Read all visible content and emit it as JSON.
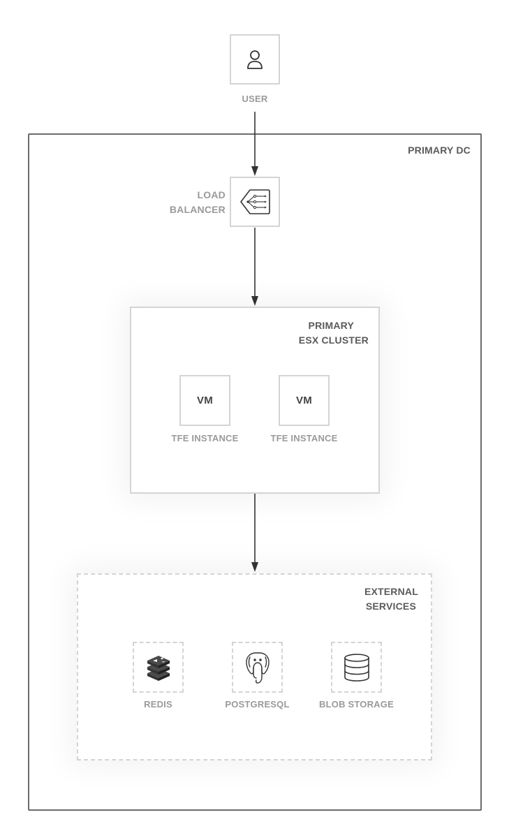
{
  "user": {
    "label": "USER",
    "icon": "user-icon"
  },
  "primary_dc": {
    "label": "PRIMARY DC"
  },
  "load_balancer": {
    "label_line1": "LOAD",
    "label_line2": "BALANCER",
    "icon": "load-balancer-icon"
  },
  "esx_cluster": {
    "label_line1": "PRIMARY",
    "label_line2": "ESX CLUSTER",
    "instances": [
      {
        "box_text": "VM",
        "label": "TFE INSTANCE"
      },
      {
        "box_text": "VM",
        "label": "TFE INSTANCE"
      }
    ]
  },
  "external_services": {
    "label_line1": "EXTERNAL",
    "label_line2": "SERVICES",
    "services": [
      {
        "label": "REDIS",
        "icon": "redis-icon"
      },
      {
        "label": "POSTGRESQL",
        "icon": "postgresql-icon"
      },
      {
        "label": "BLOB STORAGE",
        "icon": "database-icon"
      }
    ]
  },
  "colors": {
    "border": "#d4d4d4",
    "outer_border": "#6b6b6b",
    "label": "#9a9a9a",
    "label_dark": "#5a5a5a",
    "arrow": "#333333"
  }
}
